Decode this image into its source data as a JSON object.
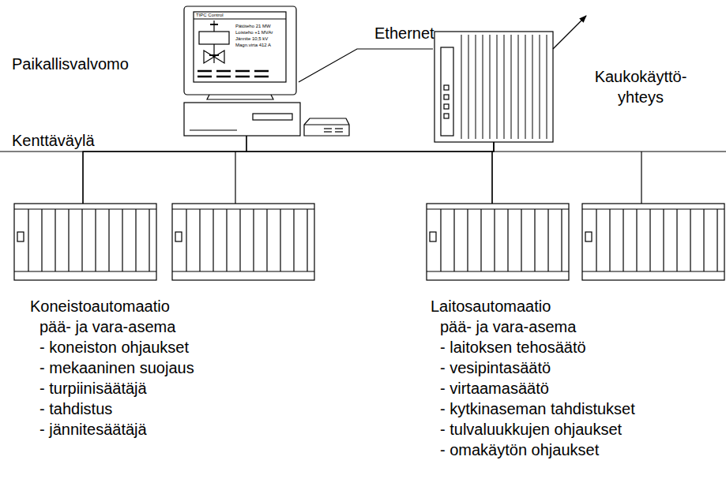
{
  "diagram": {
    "nodes": [
      {
        "text": [
          "Paikallisvalvomo"
        ]
      },
      {
        "text": [
          "Kaukokäyttö- yhteys"
        ]
      },
      {
        "text": [
          "Koneistoautomaatio pää- ja vara-asema",
          "- koneiston ohjaukset",
          "- mekaaninen suojaus",
          "- turpiinisäätäjä",
          "- tahdistus",
          "- jännitesäätäjä"
        ]
      },
      {
        "text": [
          "Laitosautomaatio pää- ja vara-asema",
          "- laitoksen tehosäätö",
          "- vesipintasäätö",
          "- virtaamasäätö",
          "- kytkinaseman tahdistukset",
          "- tulvaluukkujen ohjaukset",
          "- omakäytön ohjaukset"
        ]
      }
    ],
    "edges": [
      {
        "from": 0,
        "to": 2,
        "arrow": "none"
      },
      {
        "from": 0,
        "to": 3,
        "arrow": "none"
      },
      {
        "from": 1,
        "to": 2,
        "arrow": "none"
      },
      {
        "from": 1,
        "to": 3,
        "arrow": "none"
      }
    ],
    "labels": [
      "Ethernet",
      "Kenttäväylä",
      "TIPC Control",
      "Pätöteho 21 MW",
      "Loisteho +1 MVAr",
      "Jännite 10,5 kV",
      "Magn.virta 412 A"
    ]
  }
}
